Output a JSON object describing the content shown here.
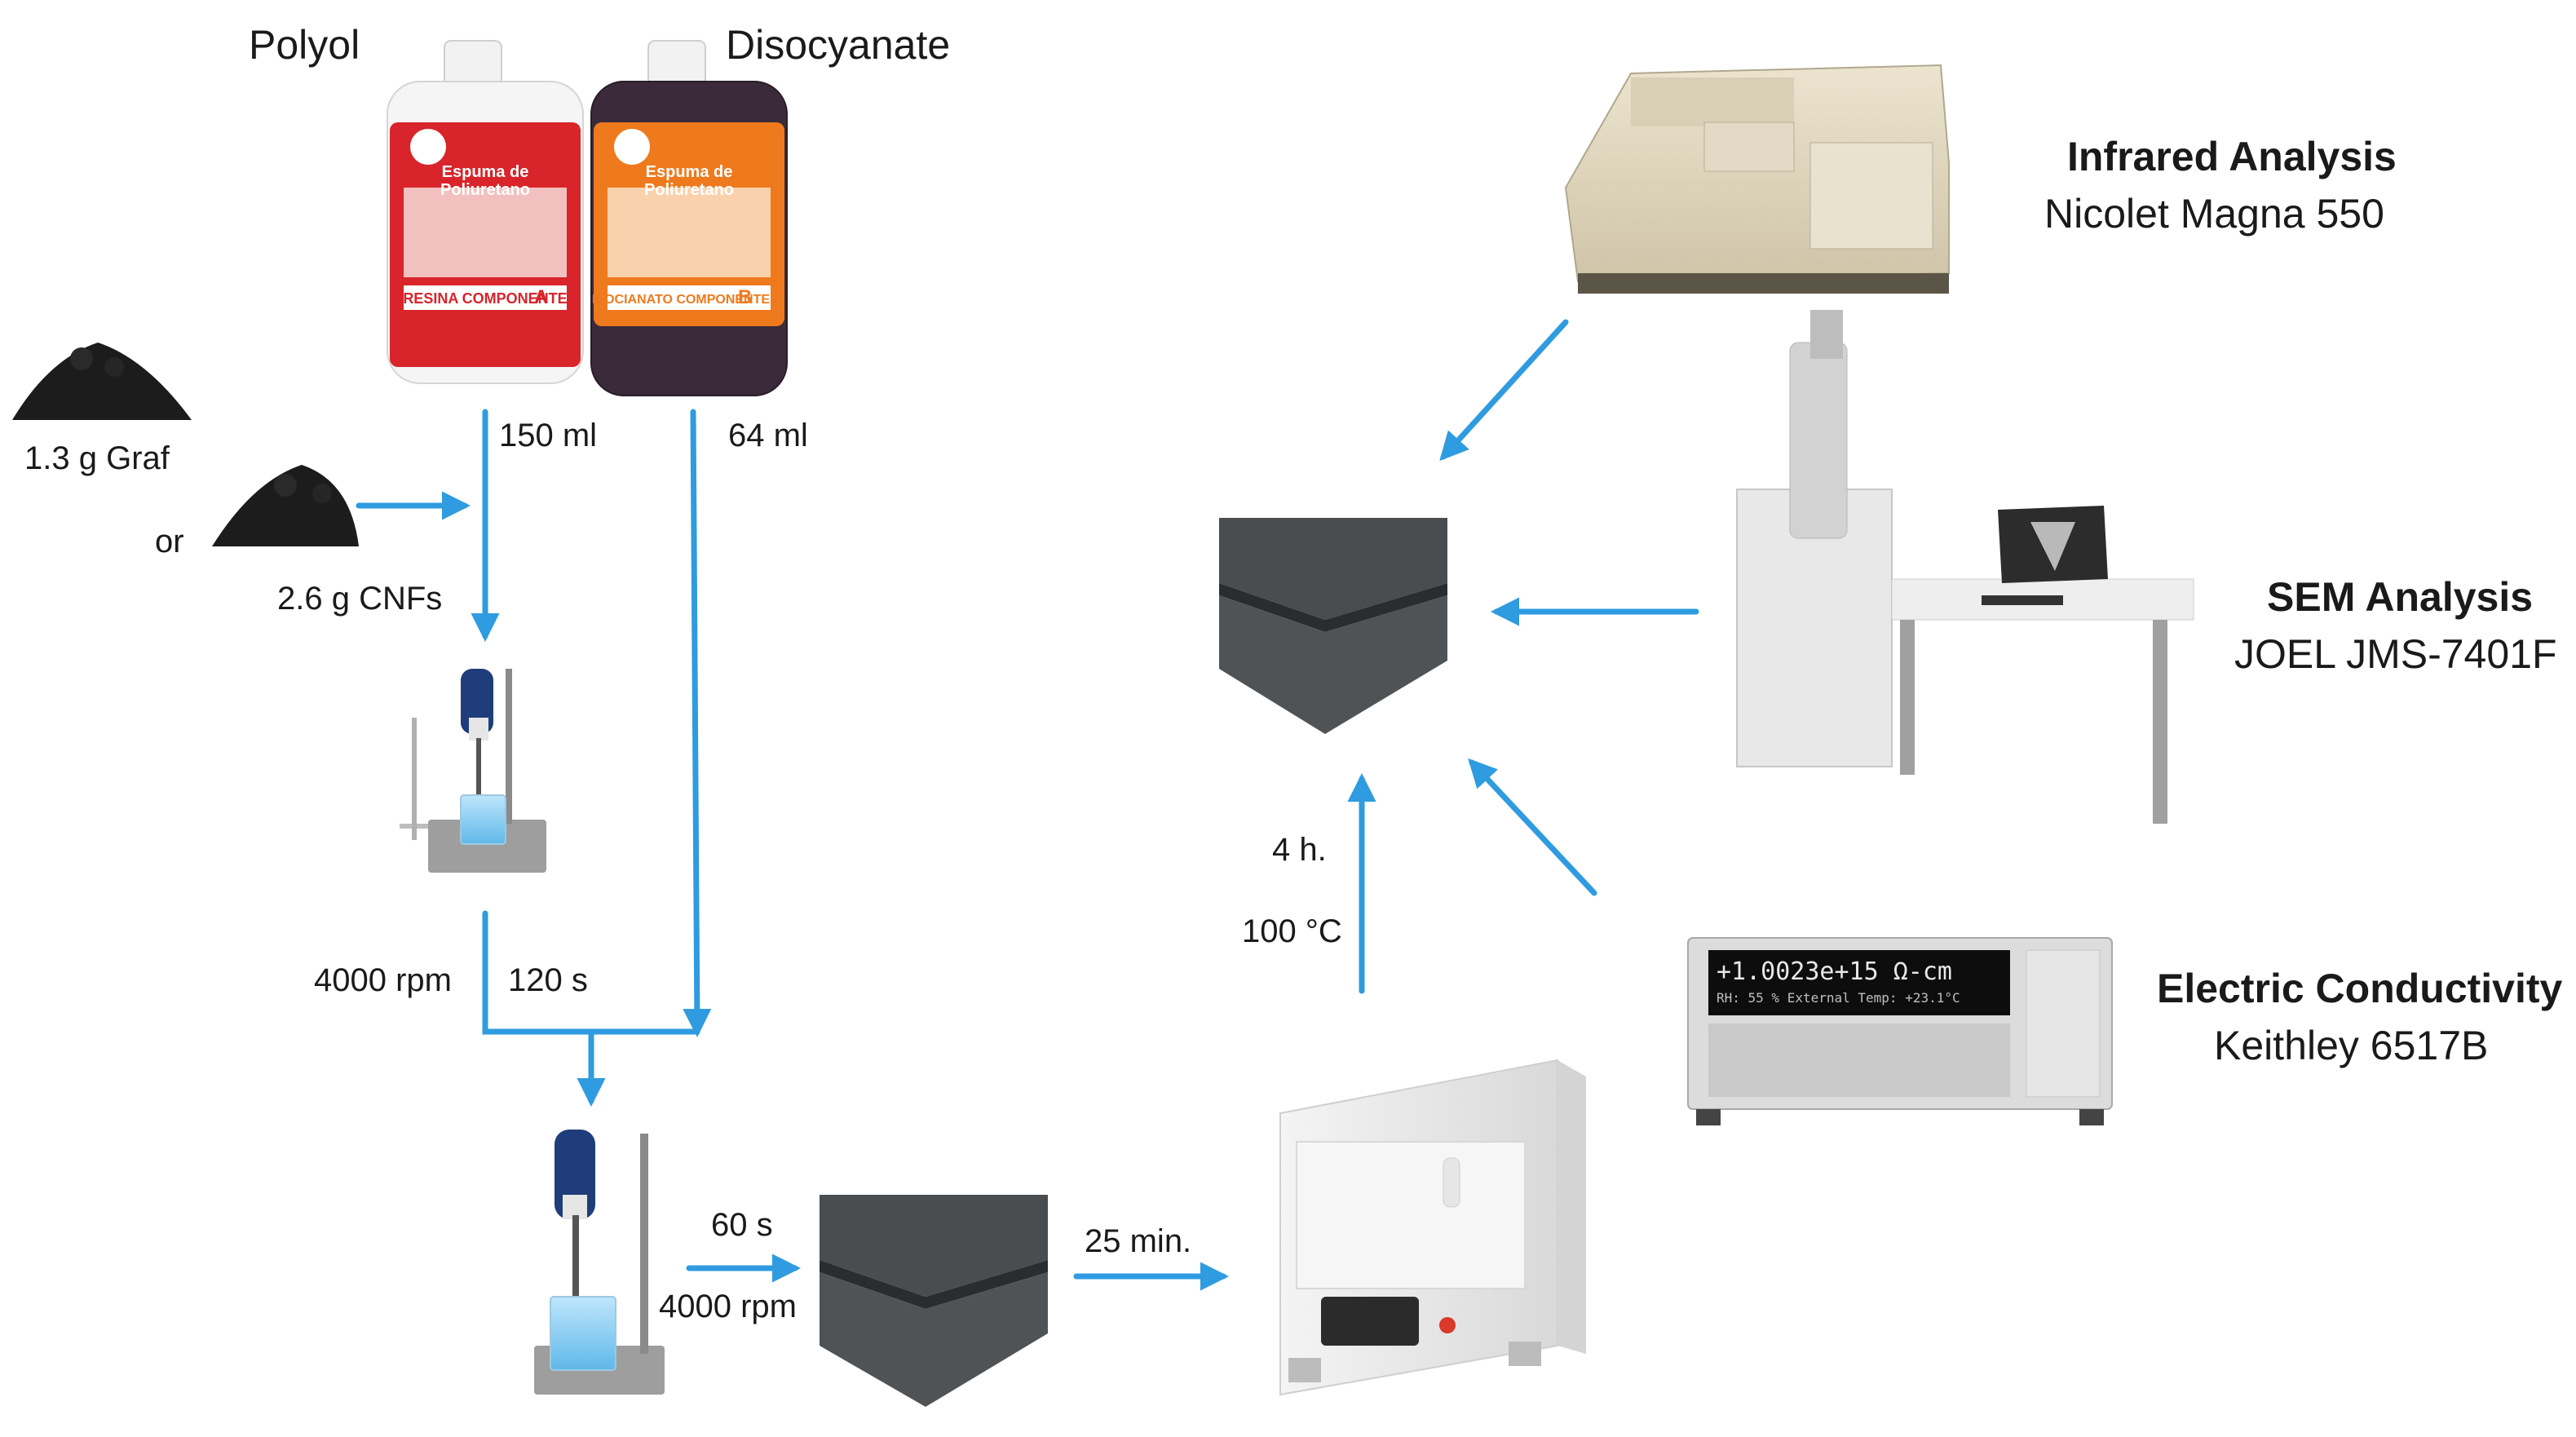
{
  "labels": {
    "polyol": "Polyol",
    "disocyanate": "Disocyanate",
    "graf": "1.3 g Graf",
    "or": "or",
    "cnfs": "2.6 g CNFs",
    "polyol_ml": "150 ml",
    "iso_ml": "64 ml",
    "rpm1": "4000 rpm",
    "time1": "120 s",
    "time2": "60 s",
    "rpm2": "4000 rpm",
    "cure_time": "25 min.",
    "hours": "4 h.",
    "temp": "100 °C"
  },
  "bottles": {
    "a": {
      "brand": "Espuma de Poliuretano",
      "component": "RESINA COMPONENTE",
      "letter": "A",
      "color": "#d8242a"
    },
    "b": {
      "brand": "Espuma de Poliuretano",
      "component": "ISOCIANATO COMPONENTE",
      "letter": "B",
      "color": "#ef7a1e"
    }
  },
  "analyses": [
    {
      "title": "Infrared Analysis",
      "instrument": "Nicolet Magna 550"
    },
    {
      "title": "SEM Analysis",
      "instrument": "JOEL JMS-7401F"
    },
    {
      "title": "Electric Conductivity",
      "instrument": "Keithley 6517B"
    }
  ],
  "electrometer_display": {
    "line1": "+1.0023e+15 Ω-cm",
    "line2": "RH: 55 %   External Temp: +23.1°C"
  },
  "colors": {
    "arrow": "#2f9be0",
    "foam": "#4a4d4f",
    "foam_edge": "#33373a"
  }
}
